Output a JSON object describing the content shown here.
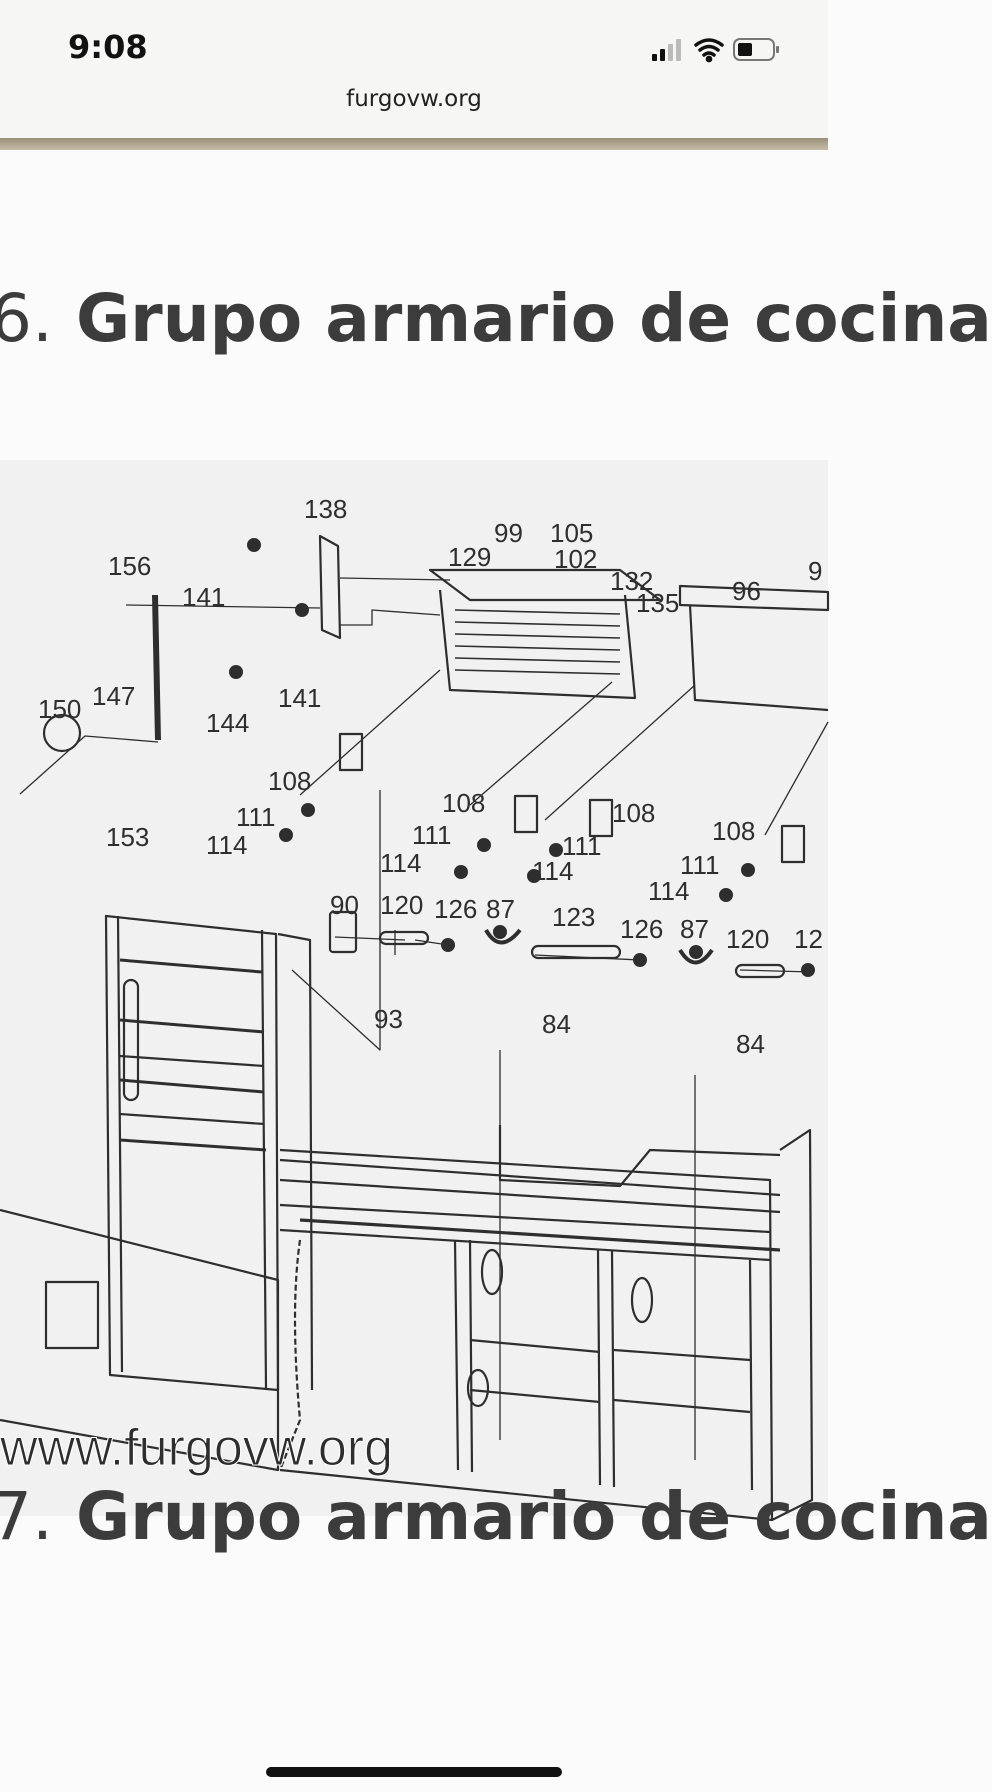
{
  "status_bar": {
    "time": "9:08",
    "signal_icon": "cellular-signal-icon",
    "wifi_icon": "wifi-icon",
    "battery_icon": "battery-icon"
  },
  "browser": {
    "url": "furgovw.org"
  },
  "sections": [
    {
      "number": "6.",
      "title": "Grupo armario de cocina"
    },
    {
      "number": "7.",
      "title": "Grupo armario de cocina"
    }
  ],
  "diagram": {
    "watermark": "www.furgovw.org",
    "part_labels": [
      "138",
      "99",
      "105",
      "102",
      "129",
      "132",
      "135",
      "96",
      "9",
      "156",
      "141",
      "150",
      "147",
      "144",
      "141",
      "108",
      "111",
      "114",
      "153",
      "108",
      "111",
      "114",
      "108",
      "111",
      "114",
      "108",
      "111",
      "114",
      "90",
      "120",
      "126",
      "87",
      "123",
      "126",
      "87",
      "120",
      "12",
      "93",
      "84",
      "84"
    ]
  },
  "colors": {
    "title_text": "#3c3c3c",
    "page_background": "#fbfbfb",
    "diagram_background": "#f1f1f1",
    "line_art": "#2e2e2e"
  }
}
